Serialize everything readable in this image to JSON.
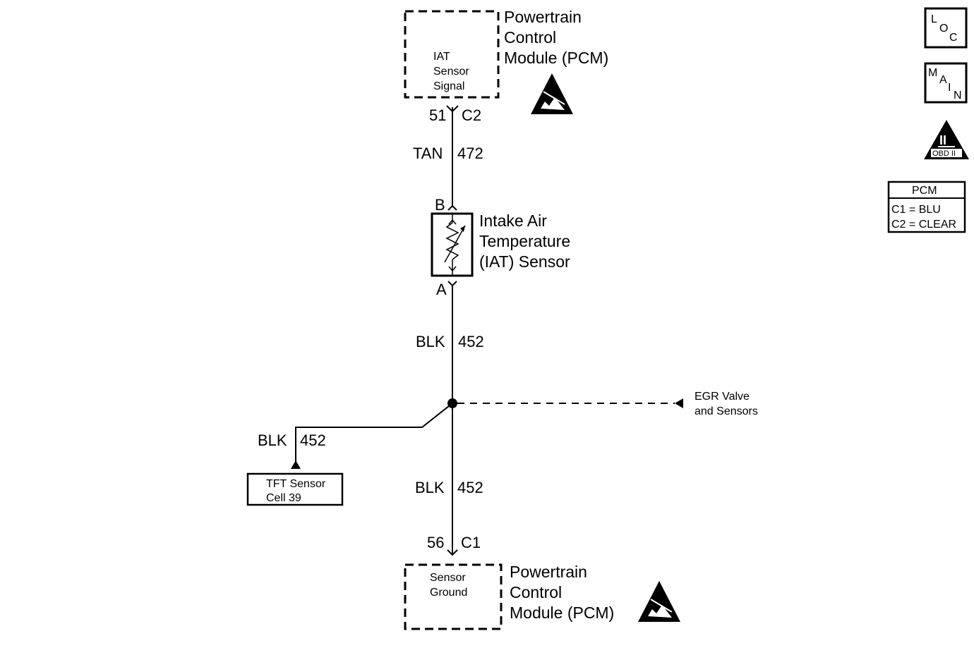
{
  "pcm_top": {
    "title_lines": [
      "Powertrain",
      "Control",
      "Module (PCM)"
    ],
    "box_lines": [
      "IAT",
      "Sensor",
      "Signal"
    ],
    "pin": "51",
    "connector": "C2"
  },
  "wire_top": {
    "color": "TAN",
    "circuit": "472"
  },
  "iat_sensor": {
    "pin_b": "B",
    "pin_a": "A",
    "title_lines": [
      "Intake Air",
      "Temperature",
      "(IAT) Sensor"
    ]
  },
  "wire_mid": {
    "color": "BLK",
    "circuit": "452"
  },
  "egr": {
    "lines": [
      "EGR Valve",
      "and Sensors"
    ]
  },
  "wire_branch": {
    "color": "BLK",
    "circuit": "452"
  },
  "tft": {
    "lines": [
      "TFT Sensor",
      "Cell 39"
    ]
  },
  "wire_bottom": {
    "color": "BLK",
    "circuit": "452"
  },
  "pcm_bottom": {
    "pin": "56",
    "connector": "C1",
    "box_lines": [
      "Sensor",
      "Ground"
    ],
    "title_lines": [
      "Powertrain",
      "Control",
      "Module (PCM)"
    ]
  },
  "side_icons": {
    "loc": [
      "L",
      "O",
      "C"
    ],
    "main": [
      "M",
      "A",
      "I",
      "N"
    ],
    "obd": {
      "symbol": "II",
      "label": "OBD II"
    }
  },
  "legend": {
    "title": "PCM",
    "rows": [
      "C1 = BLU",
      "C2 = CLEAR"
    ]
  }
}
